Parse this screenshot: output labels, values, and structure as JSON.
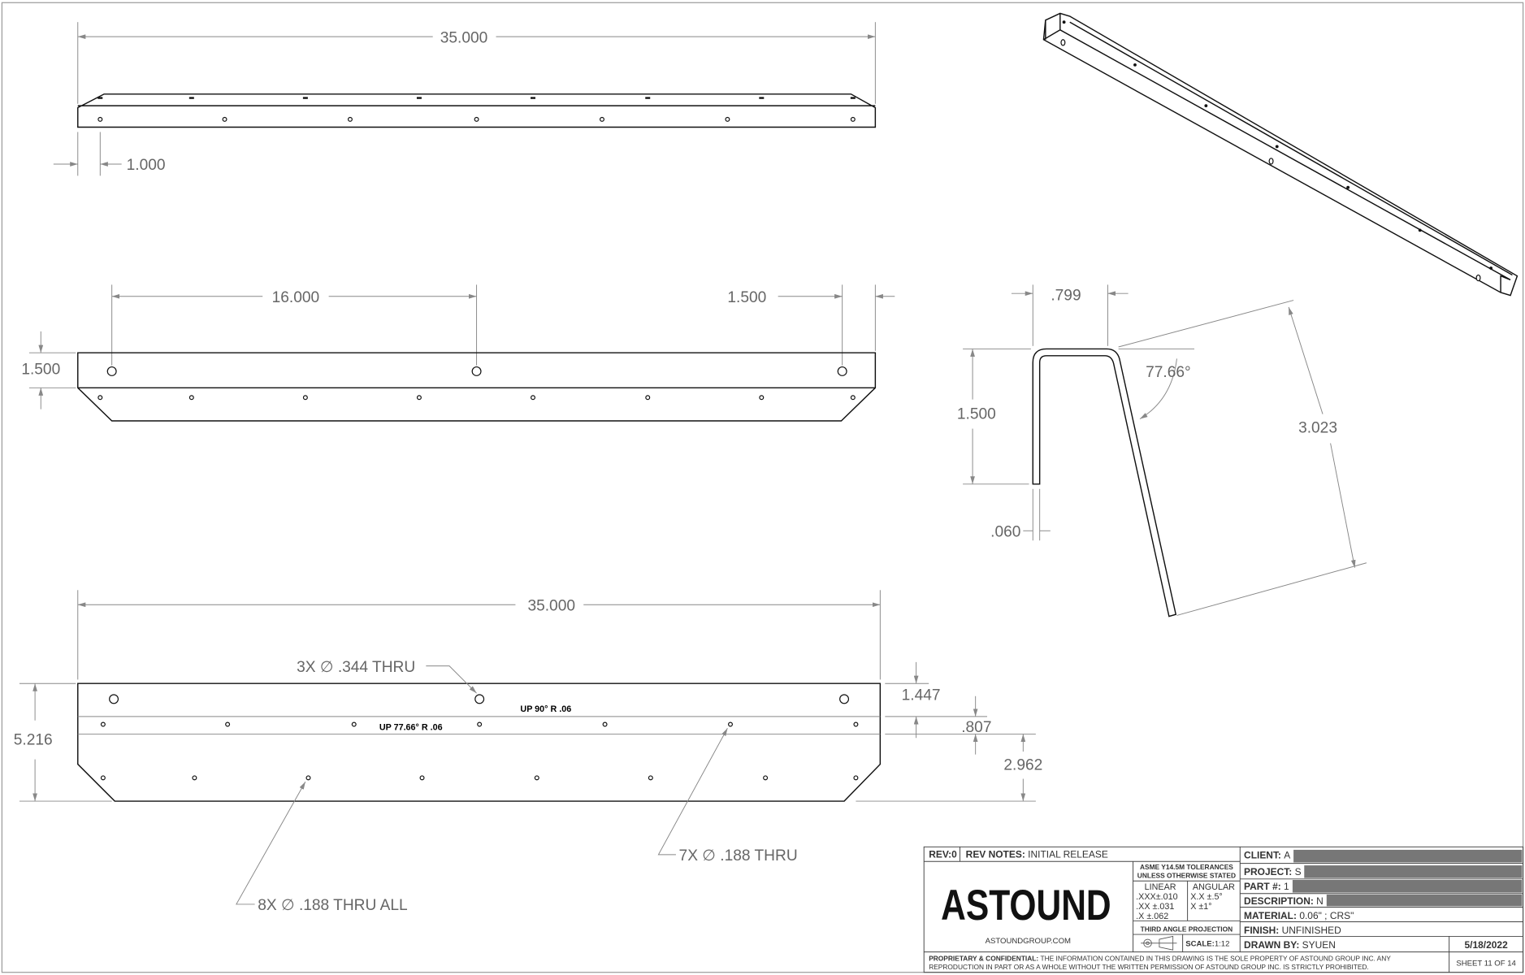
{
  "views": {
    "top": {
      "length": "35.000",
      "offset": "1.000"
    },
    "front": {
      "hole_spacing": "16.000",
      "end_offset": "1.500",
      "height": "1.500"
    },
    "flat": {
      "length": "35.000",
      "height": "5.216",
      "dim_a": "1.447",
      "dim_b": ".807",
      "dim_c": "2.962",
      "bend1": "UP  90°  R .06",
      "bend2": "UP  77.66°  R .06",
      "callout_large": "3X  ∅  .344 THRU",
      "callout_small": "7X  ∅  .188 THRU",
      "callout_all": "8X  ∅  .188 THRU ALL"
    },
    "section": {
      "width": ".799",
      "height": "1.500",
      "thickness": ".060",
      "angle": "77.66°",
      "flange": "3.023"
    }
  },
  "title_block": {
    "rev": "REV:0",
    "rev_notes_label": "REV NOTES:",
    "rev_notes": "INITIAL RELEASE",
    "logo": "ASTOUND",
    "website": "ASTOUNDGROUP.COM",
    "tol_header1": "ASME Y14.5M TOLERANCES",
    "tol_header2": "UNLESS OTHERWISE STATED",
    "linear": "LINEAR",
    "linear_1": ".XXX±.010",
    "linear_2": ".XX  ±.031",
    "linear_3": ".X    ±.062",
    "angular": "ANGULAR",
    "angular_1": "X.X  ±.5°",
    "angular_2": "X     ±1°",
    "projection": "THIRD ANGLE PROJECTION",
    "scale_label": "SCALE:",
    "scale": "1:12",
    "client_label": "CLIENT:",
    "client": "A",
    "project_label": "PROJECT:",
    "project": "S",
    "part_label": "PART #:",
    "part": "1",
    "description_label": "DESCRIPTION:",
    "description": "N",
    "material_label": "MATERIAL:",
    "material": "0.06\" ; CRS\"",
    "finish_label": "FINISH:",
    "finish": "UNFINISHED",
    "drawn_label": "DRAWN BY:",
    "drawn": "SYUEN",
    "date": "5/18/2022",
    "prop_label": "PROPRIETARY & CONFIDENTIAL:",
    "prop_text1": "THE INFORMATION CONTAINED IN THIS DRAWING IS THE SOLE PROPERTY OF ASTOUND GROUP INC. ANY",
    "prop_text2": "REPRODUCTION IN PART OR AS A WHOLE WITHOUT THE WRITTEN PERMISSION OF ASTOUND GROUP INC. IS STRICTLY PROHIBITED.",
    "sheet": "SHEET 11 OF 14"
  }
}
